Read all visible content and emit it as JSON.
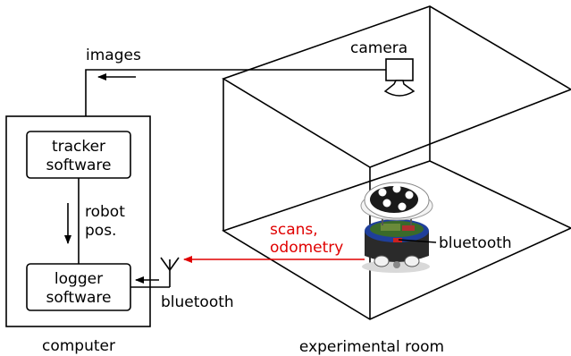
{
  "diagram": {
    "labels": {
      "images": "images",
      "camera": "camera",
      "tracker_line1": "tracker",
      "tracker_line2": "software",
      "robot_pos_line1": "robot",
      "robot_pos_line2": "pos.",
      "logger_line1": "logger",
      "logger_line2": "software",
      "bluetooth_computer": "bluetooth",
      "bluetooth_robot": "bluetooth",
      "scans_line1": "scans,",
      "scans_line2": "odometry",
      "computer": "computer",
      "experimental_room": "experimental room"
    },
    "colors": {
      "stroke": "#000000",
      "highlight": "#e00000"
    }
  }
}
